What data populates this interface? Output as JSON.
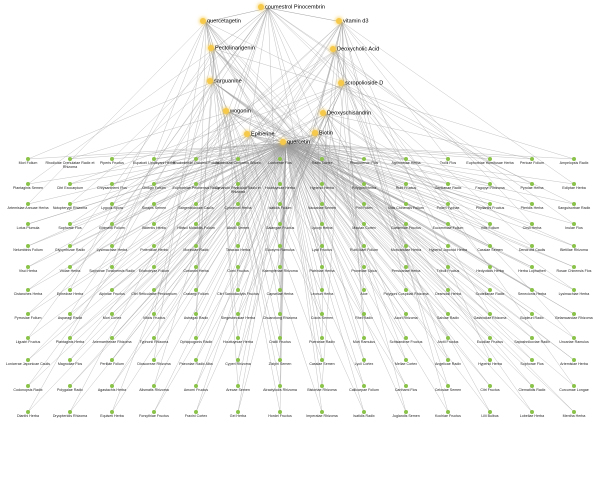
{
  "compounds": [
    {
      "id": "coumestrol",
      "label": "coumestrol Pinocembrin"
    },
    {
      "id": "quercetagetin",
      "label": "quercetagetin"
    },
    {
      "id": "vitd3",
      "label": "vitamin d3"
    },
    {
      "id": "pectolinarigenin",
      "label": "Pectolinarigenin"
    },
    {
      "id": "deoxycholic",
      "label": "Deoxycholic Acid"
    },
    {
      "id": "sarguanine",
      "label": "sarguanine"
    },
    {
      "id": "scropolioside",
      "label": "scropolioside D"
    },
    {
      "id": "wogonin",
      "label": "wogonin"
    },
    {
      "id": "deoxyschisandrin",
      "label": "Deoxyschisandrin"
    },
    {
      "id": "epiberine",
      "label": "Epiberine"
    },
    {
      "id": "biotin",
      "label": "Biotin"
    },
    {
      "id": "quercetin",
      "label": "quercetin"
    }
  ],
  "herbs": [
    [
      "Mori Folium",
      "Rhodiolae Crenulatae Radix et Rhizoma",
      "Piperis Fructus",
      "Eupatorii Lindleyani Herba",
      "Rhododendri Dahurici Folium",
      "Bambusae Concretio Silicea",
      "Lonicerae Flos",
      "Radix Cortex",
      "Rhododendri Flos",
      "Agrimoniae Herba",
      "Trollii Flos",
      "Euphorbiae Humifusae Herba",
      "Pericae Folium",
      "Ampelopsis Radix"
    ],
    [
      "Plantaginis Semen",
      "Citri Exocarpium",
      "Chrysanthemi Flos",
      "Ginkgo Folium",
      "Euphorbiae Pekinensis Radix",
      "Cynanchi Paniculati Radix et Rhizoma",
      "Houttuyniae Herba",
      "Hyperici Herba",
      "Polygoni Herba",
      "Rubi Fructus",
      "Gentianae Radix",
      "Fagopyri Rhizoma",
      "Pyrolae Herba",
      "Ecliptae Herba"
    ],
    [
      "Artemisiae Annuae Herba",
      "Notopterygii Rhizoma",
      "Lygodii Spora",
      "Sinapis Semen",
      "Sargentodoxae Caulis",
      "Cynomorii Herba",
      "Isatidis Folium",
      "Vaccariae Semen",
      "Pini Pollen",
      "Ilicis Chinensis Folium",
      "Pollen Typhae",
      "Phyllanthi Fructus",
      "Pteridis Herba",
      "Sanguisorbae Radix"
    ],
    [
      "Lotus Plumula",
      "Sophorae Flos",
      "Epimedii Folium",
      "Bidentis Herba",
      "Hibisci Mutabilis Folium",
      "Abutili Semen",
      "Galangae Fructus",
      "Lycopi Herba",
      "Moutan Cortex",
      "Gardeniae Fructus",
      "Eucommiae Folium",
      "Vitis Folium",
      "Cirsii Herba",
      "Inulae Flos"
    ],
    [
      "Nelumbinis Folium",
      "Glycyrrhizae Radix",
      "Lysimachiae Herba",
      "Potentillae Herba",
      "Morindae Radix",
      "Taraxaci Herba",
      "Euonymi Ramulus",
      "Lycii Fructus",
      "Rubi Idaei Folium",
      "Moricandiae Herba",
      "Hyperici Japonici Herba",
      "Cassiae Semen",
      "Dendrobii Caulis",
      "Bletillae Rhizoma"
    ],
    [
      "Visci Herba",
      "Violae Herba",
      "Sophorae Tonkinensis Radix",
      "Eriobotryae Folium",
      "Coriandri Herba",
      "Corni Fructus",
      "Kaempferiae Rhizoma",
      "Patriniae Herba",
      "Prunellae Spica",
      "Persicariae Herba",
      "Tribuli Fructus",
      "Hedyotidis Herba",
      "Herba Lophatheri",
      "Rosae Chinensis Flos"
    ],
    [
      "Cistanches Herba",
      "Ephedrae Herba",
      "Alpiniae Fructus",
      "Citri Reticulatae Pericarpium",
      "Crataegi Folium",
      "Citri Sarcodactylis Fructus",
      "Capsellae Herba",
      "Leonuri Herba",
      "Aloe",
      "Polygoni Cuspidati Rhizoma",
      "Desmodii Herba",
      "Scutellariae Radix",
      "Senecionis Herba",
      "Lysimachiae Herba"
    ],
    [
      "Pyrrosiae Folium",
      "Asparagi Radix",
      "Mori Cortex",
      "Viticis Fructus",
      "Astragali Radix",
      "Siegesbeckiae Herba",
      "Chuanxiong Rhizoma",
      "Coicis Semen",
      "Rhei Radix",
      "Acori Rhizoma",
      "Salviae Radix",
      "Gastrodiae Rhizoma",
      "Bupleuri Radix",
      "Belamcandae Rhizoma"
    ],
    [
      "Ligustri Fructus",
      "Plantaginis Herba",
      "Anemarrhenae Rhizoma",
      "Typhonii Rhizoma",
      "Ophiopogonis Radix",
      "Houttuyniae Herba",
      "Cnidii Fructus",
      "Puerariae Radix",
      "Mori Ramulus",
      "Schisandrae Fructus",
      "Arctii Fructus",
      "Euodiae Fructus",
      "Saposhnikoviae Radix",
      "Uncariae Ramulus"
    ],
    [
      "Lonicerae Japonicae Caulis",
      "Magnoliae Flos",
      "Perillae Folium",
      "Dioscoreae Rhizoma",
      "Paeoniae Radix Alba",
      "Cyperi Rhizoma",
      "Ziziphi Semen",
      "Cassiae Semen",
      "Lycii Cortex",
      "Meliae Cortex",
      "Angelicae Radix",
      "Hyperici Herba",
      "Sophorae Flos",
      "Artemisiae Herba"
    ],
    [
      "Codonopsis Radix",
      "Polygalae Radix",
      "Agastachis Herba",
      "Alismatis Rhizoma",
      "Amomi Fructus",
      "Arecae Semen",
      "Atractylodis Rhizoma",
      "Bistortae Rhizoma",
      "Callicarpae Folium",
      "Carthami Flos",
      "Celosiae Semen",
      "Citri Fructus",
      "Clematidis Radix",
      "Curcumae Longae"
    ],
    [
      "Dianthi Herba",
      "Dryopteridis Rhizoma",
      "Equiseti Herba",
      "Forsythiae Fructus",
      "Fraxini Cortex",
      "Gei Herba",
      "Hordei Fructus",
      "Imperatae Rhizoma",
      "Isatidis Radix",
      "Juglandis Semen",
      "Kochiae Fructus",
      "Lilii Bulbus",
      "Lobeliae Herba",
      "Mentha Herba"
    ]
  ]
}
